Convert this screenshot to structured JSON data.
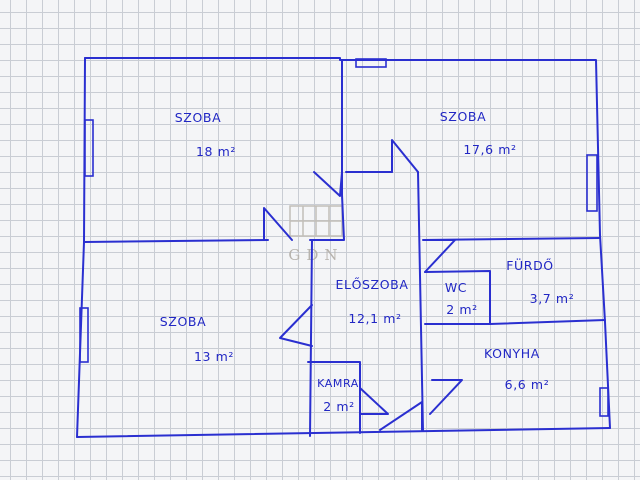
{
  "watermark": {
    "text": "GDN"
  },
  "rooms": [
    {
      "name": "SZOBA",
      "area": "18 m²"
    },
    {
      "name": "SZOBA",
      "area": "17,6 m²"
    },
    {
      "name": "SZOBA",
      "area": "13 m²"
    },
    {
      "name": "ELŐSZOBA",
      "area": "12,1 m²"
    },
    {
      "name": "WC",
      "area": "2 m²"
    },
    {
      "name": "FÜRDŐ",
      "area": "3,7 m²"
    },
    {
      "name": "KONYHA",
      "area": "6,6 m²"
    },
    {
      "name": "KAMRA",
      "area": "2 m²"
    }
  ]
}
